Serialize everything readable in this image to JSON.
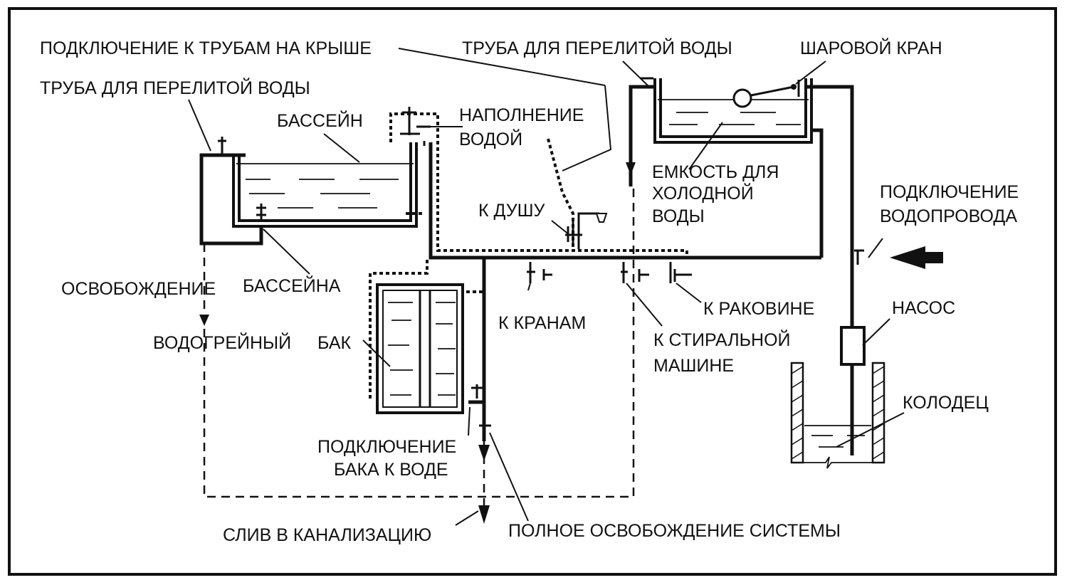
{
  "labels": {
    "roof_connection": "ПОДКЛЮЧЕНИЕ К ТРУБАМ НА КРЫШЕ",
    "overflow_pipe_right": "ТРУБА ДЛЯ ПЕРЕЛИТОЙ ВОДЫ",
    "ball_valve": "ШАРОВОЙ КРАН",
    "overflow_pipe_left": "ТРУБА ДЛЯ ПЕРЕЛИТОЙ ВОДЫ",
    "pool": "БАССЕЙН",
    "water_fill_1": "НАПОЛНЕНИЕ",
    "water_fill_2": "ВОДОЙ",
    "cold_tank_1": "ЕМКОСТЬ ДЛЯ",
    "cold_tank_2": "ХОЛОДНОЙ",
    "cold_tank_3": "ВОДЫ",
    "to_shower": "К ДУШУ",
    "mains_1": "ПОДКЛЮЧЕНИЕ",
    "mains_2": "ВОДОПРОВОДА",
    "pool_release_1": "ОСВОБОЖДЕНИЕ",
    "pool_release_2": "БАССЕЙНА",
    "to_taps": "К КРАНАМ",
    "to_sink": "К РАКОВИНЕ",
    "pump": "НАСОС",
    "heater": "ВОДОГРЕЙНЫЙ",
    "tank": "БАК",
    "washer_1": "К СТИРАЛЬНОЙ",
    "washer_2": "МАШИНЕ",
    "well": "КОЛОДЕЦ",
    "tank_connection_1": "ПОДКЛЮЧЕНИЕ",
    "tank_connection_2": "БАКА К ВОДЕ",
    "sewer_drain": "СЛИВ В КАНАЛИЗАЦИЮ",
    "full_release": "ПОЛНОЕ ОСВОБОЖДЕНИЕ СИСТЕМЫ"
  }
}
